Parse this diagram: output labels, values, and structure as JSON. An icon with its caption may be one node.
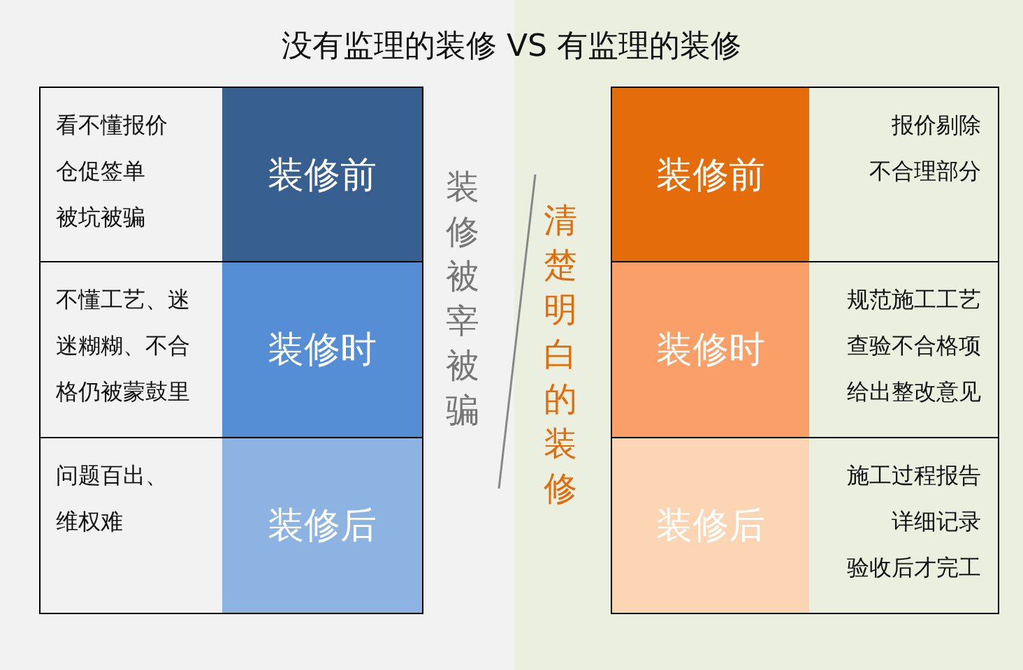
{
  "diagram": {
    "title": "没有监理的装修 VS 有监理的装修",
    "nodes": [
      {
        "text": [
          "看不懂报价",
          "仓促签单",
          "被坑被骗"
        ]
      },
      {
        "text": [
          "装修前"
        ],
        "in": 0
      },
      {
        "text": [
          "不懂工艺、迷迷糊糊、不合格仍被蒙鼓里"
        ]
      },
      {
        "text": [
          "装修时"
        ],
        "in": 2
      },
      {
        "text": [
          "问题百出、",
          "维权难"
        ]
      },
      {
        "text": [
          "装修后"
        ],
        "in": 4
      },
      {
        "text": [
          "报价剔除",
          "不合理部分"
        ]
      },
      {
        "text": [
          "装修前"
        ],
        "in": 6
      },
      {
        "text": [
          "规范施工工艺",
          "查验不合格项",
          "给出整改意见"
        ]
      },
      {
        "text": [
          "装修时"
        ],
        "in": 8
      },
      {
        "text": [
          "施工过程报告",
          "详细记录",
          "验收后才完工"
        ]
      },
      {
        "text": [
          "装修后"
        ],
        "in": 10
      }
    ],
    "edges": [],
    "labels": [
      "装修被宰被骗",
      "清楚明白的装修"
    ]
  }
}
